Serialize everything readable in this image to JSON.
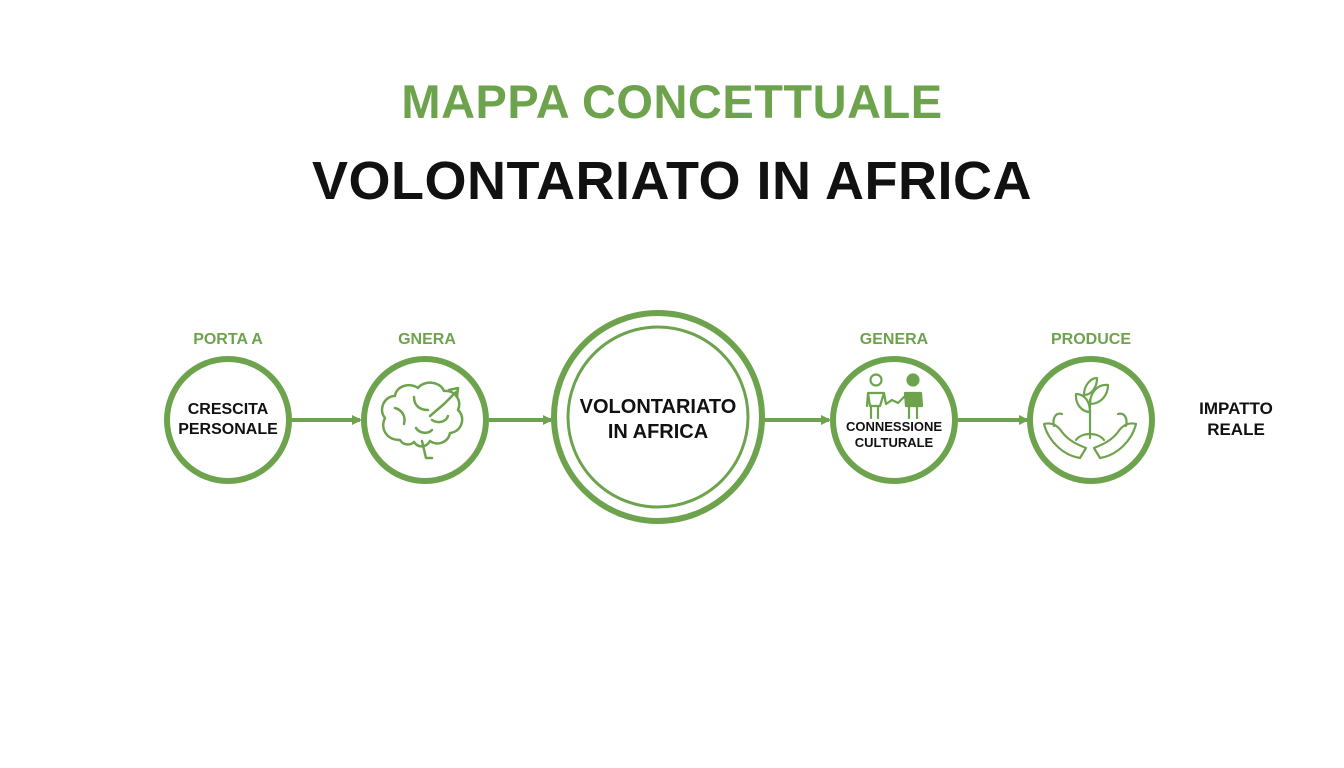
{
  "header": {
    "subtitle": "MAPPA CONCETTUALE",
    "title": "VOLONTARIATO IN AFRICA"
  },
  "colors": {
    "accent": "#6da34d",
    "text": "#111111"
  },
  "edge_labels": {
    "porta_a": "PORTA A",
    "gnera": "GNERA",
    "genera": "GENERA",
    "produce": "PRODUCE"
  },
  "nodes": {
    "crescita": {
      "line1": "CRESCITA",
      "line2": "PERSONALE"
    },
    "brain": {
      "icon": "brain-growth-icon"
    },
    "center": {
      "line1": "VOLONTARIATO",
      "line2": "IN AFRICA"
    },
    "connessione": {
      "icon": "people-handshake-icon",
      "line1": "CONNESSIONE",
      "line2": "CULTURALE"
    },
    "impatto_icon": {
      "icon": "hands-plant-icon"
    },
    "impatto": {
      "line1": "IMPATTO",
      "line2": "REALE"
    }
  }
}
